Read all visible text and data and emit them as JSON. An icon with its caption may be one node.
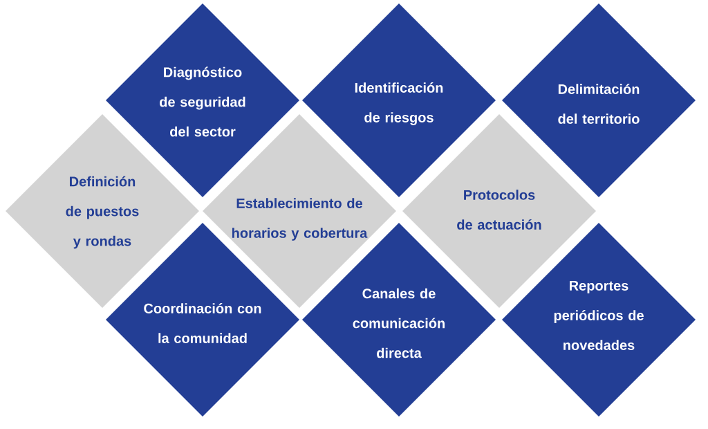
{
  "diagram": {
    "nodes": [
      {
        "text": [
          "Diagnóstico de seguridad del sector"
        ]
      },
      {
        "text": [
          "Identificación de riesgos"
        ]
      },
      {
        "text": [
          "Delimitación del territorio"
        ]
      },
      {
        "text": [
          "Definición de puestos y rondas"
        ]
      },
      {
        "text": [
          "Establecimiento de horarios y cobertura"
        ]
      },
      {
        "text": [
          "Protocolos de actuación"
        ]
      },
      {
        "text": [
          "Coordinación con la comunidad"
        ]
      },
      {
        "text": [
          "Canales de comunicación directa"
        ]
      },
      {
        "text": [
          "Reportes periódicos de novedades"
        ]
      }
    ]
  }
}
